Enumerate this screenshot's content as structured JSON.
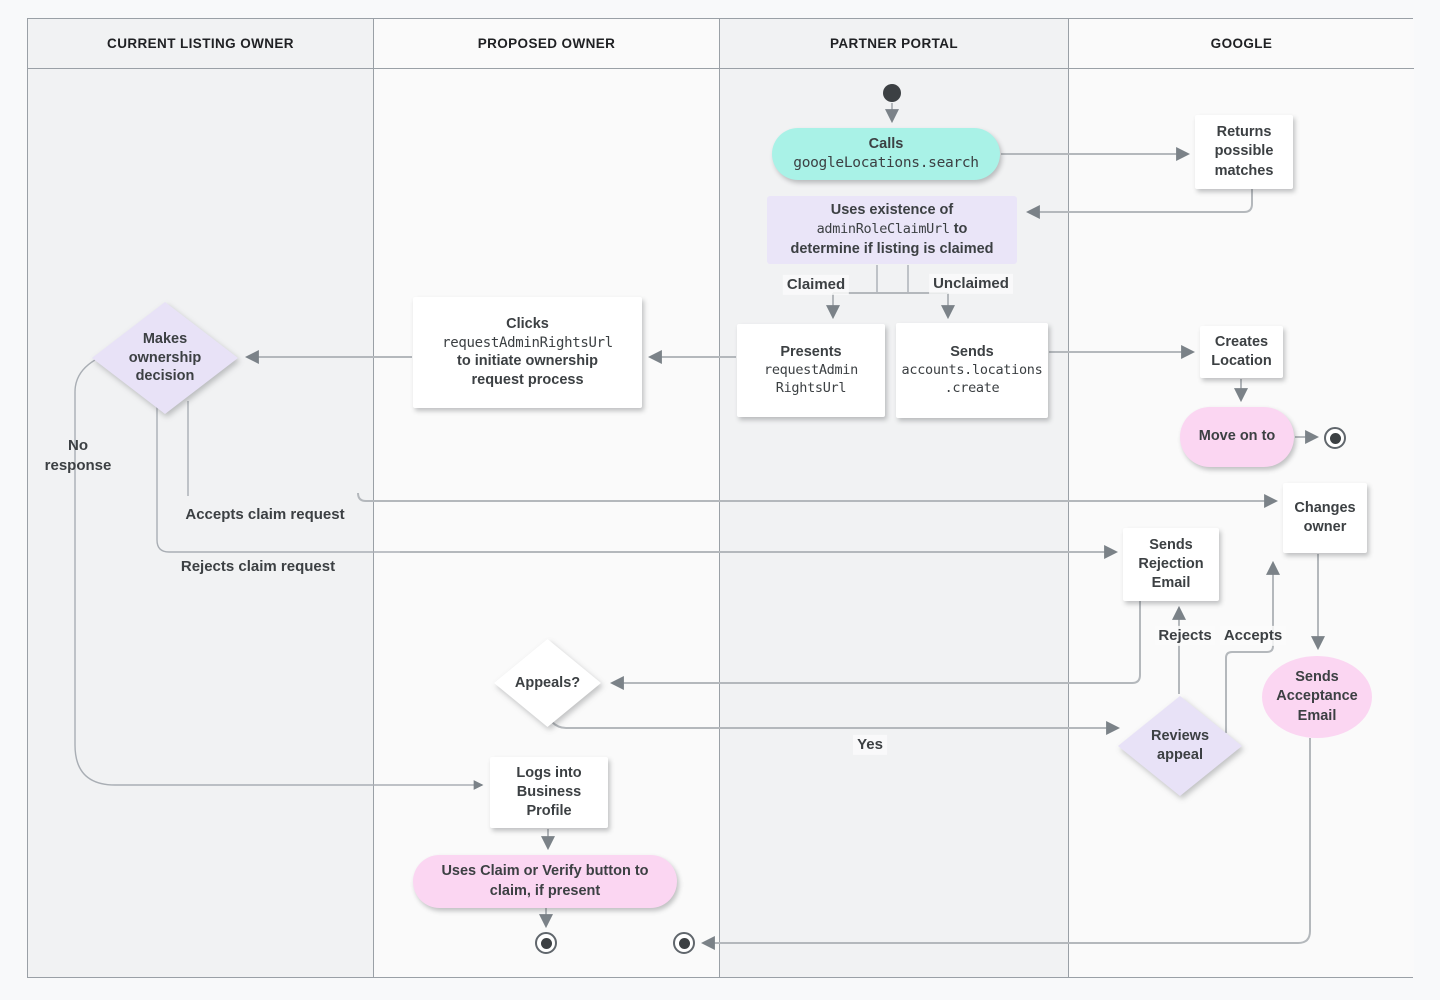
{
  "lanes": [
    {
      "label": "CURRENT LISTING OWNER"
    },
    {
      "label": "PROPOSED OWNER"
    },
    {
      "label": "PARTNER PORTAL"
    },
    {
      "label": "GOOGLE"
    }
  ],
  "nodes": {
    "calls": {
      "label": "Calls",
      "code": "googleLocations.search"
    },
    "returns_matches": {
      "label": "Returns possible matches"
    },
    "uses_existence": {
      "line1": "Uses existence of",
      "code": "adminRoleClaimUrl",
      "line2_suffix": " to",
      "line3": "determine if listing is claimed"
    },
    "presents": {
      "label": "Presents",
      "code1": "requestAdmin",
      "code2": "RightsUrl"
    },
    "sends_create": {
      "label": "Sends",
      "code1": "accounts.locations",
      "code2": ".create"
    },
    "clicks": {
      "label": "Clicks",
      "code": "requestAdminRightsUrl",
      "line3": "to initiate ownership",
      "line4": "request process"
    },
    "makes_decision": {
      "label": "Makes ownership decision"
    },
    "creates_location": {
      "label": "Creates Location"
    },
    "move_on": {
      "label": "Move on to"
    },
    "changes_owner": {
      "label": "Changes owner"
    },
    "sends_rejection": {
      "label": "Sends Rejection Email"
    },
    "sends_acceptance": {
      "label": "Sends Acceptance Email"
    },
    "reviews_appeal": {
      "label": "Reviews appeal"
    },
    "appeals": {
      "label": "Appeals?"
    },
    "logs_in": {
      "label": "Logs into Business Profile"
    },
    "uses_claim": {
      "label": "Uses Claim or Verify button to claim, if present"
    }
  },
  "edge_labels": {
    "claimed": "Claimed",
    "unclaimed": "Unclaimed",
    "no_response": "No response",
    "accepts_claim": "Accepts claim request",
    "rejects_claim": "Rejects claim request",
    "rejects": "Rejects",
    "accepts": "Accepts",
    "yes": "Yes"
  },
  "colors": {
    "teal": "#a9f2e7",
    "purple_box": "#eae5f8",
    "purple_diamond": "#e8e2f7",
    "pink": "#fbd6f2",
    "lane_dark": "#f1f2f3",
    "lane_light": "#fafafa",
    "border": "#9aa0a6",
    "edge": "#b4b8bc",
    "arrow": "#7b8288",
    "text": "#3c4043"
  }
}
